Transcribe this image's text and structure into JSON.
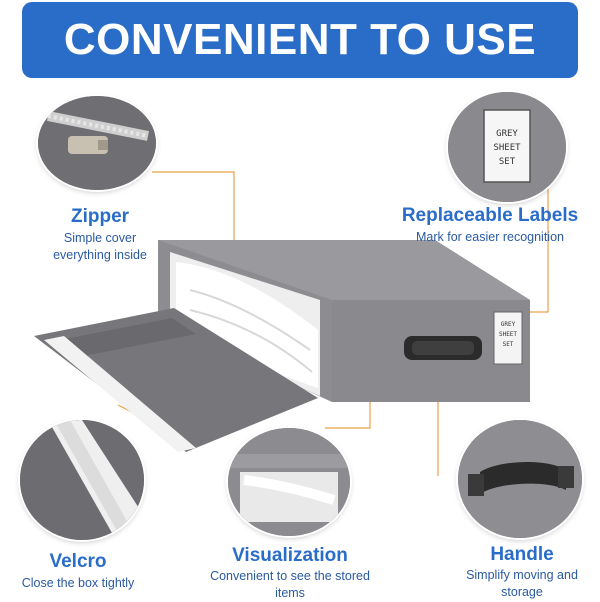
{
  "banner": {
    "title": "CONVENIENT TO USE"
  },
  "features": {
    "zipper": {
      "title": "Zipper",
      "desc": "Simple cover everything  inside"
    },
    "labels": {
      "title": "Replaceable Labels",
      "desc": "Mark for easier recognition"
    },
    "velcro": {
      "title": "Velcro",
      "desc": "Close the box tightly"
    },
    "visualization": {
      "title": "Visualization",
      "desc": "Convenient to see the stored items"
    },
    "handle": {
      "title": "Handle",
      "desc": "Simplify moving and storage"
    }
  },
  "label_card": {
    "text": "GREY SHEET SET"
  },
  "colors": {
    "accent": "#2a6dc9",
    "box_grey": "#8c8c90",
    "leader": "#e8a24a"
  }
}
